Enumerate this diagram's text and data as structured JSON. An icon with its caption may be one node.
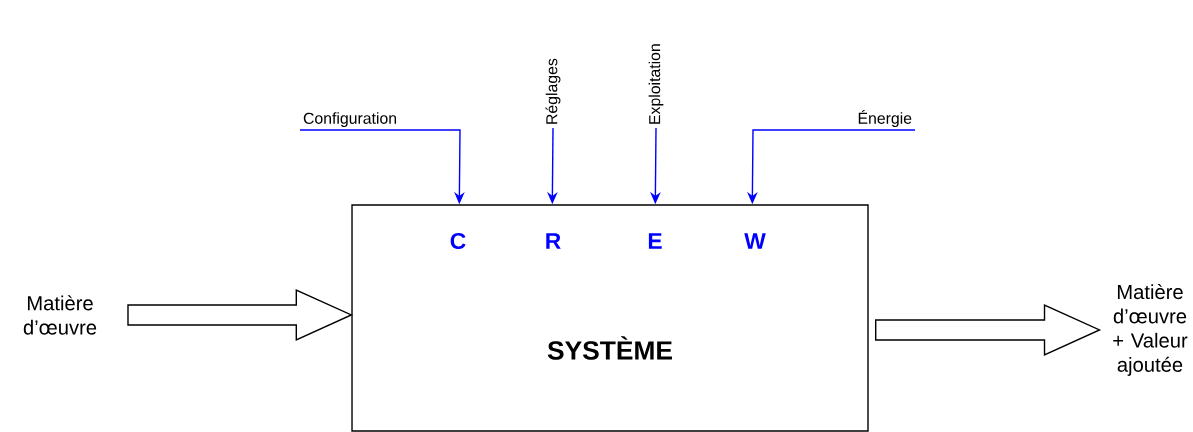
{
  "diagram": {
    "nodes": [
      {
        "text": [
          "C",
          "R",
          "E",
          "W",
          "SYSTÈME"
        ]
      },
      {
        "text": [
          "Configuration"
        ]
      },
      {
        "text": [
          "Réglages"
        ]
      },
      {
        "text": [
          "Exploitation"
        ]
      },
      {
        "text": [
          "Énergie"
        ]
      },
      {
        "text": [
          "Matière d’œuvre"
        ]
      },
      {
        "text": [
          "Matière d’œuvre + Valeur ajoutée"
        ]
      }
    ],
    "edges": [
      {
        "from": 1,
        "to": 0,
        "arrow": "to",
        "color": "#0000ff"
      },
      {
        "from": 2,
        "to": 0,
        "arrow": "to",
        "color": "#0000ff"
      },
      {
        "from": 3,
        "to": 0,
        "arrow": "to",
        "color": "#0000ff"
      },
      {
        "from": 4,
        "to": 0,
        "arrow": "to",
        "color": "#0000ff"
      },
      {
        "from": 5,
        "to": 0,
        "arrow": "to",
        "style": "thick"
      },
      {
        "from": 0,
        "to": 6,
        "arrow": "to",
        "style": "thick"
      }
    ]
  }
}
